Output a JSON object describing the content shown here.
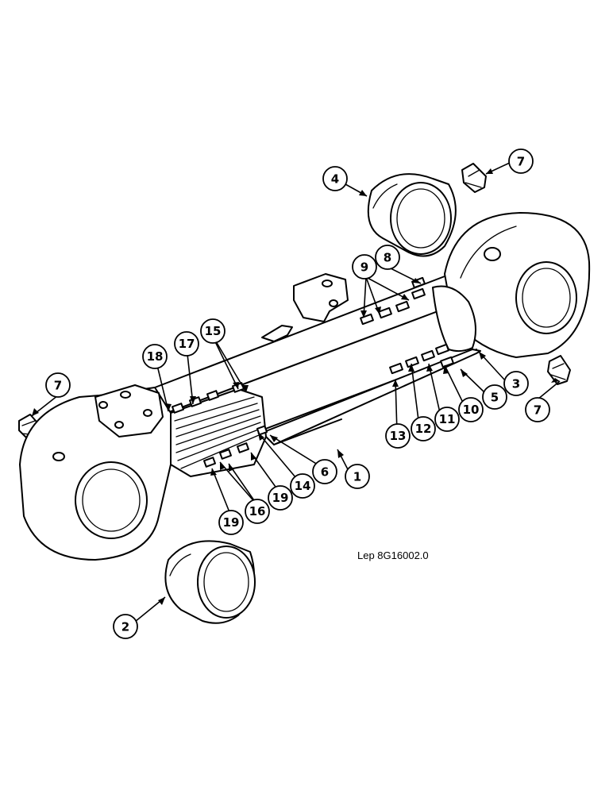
{
  "figure": {
    "reference": "Lep 8G16002.0",
    "callouts": [
      {
        "id": "c1",
        "label": "1"
      },
      {
        "id": "c2",
        "label": "2"
      },
      {
        "id": "c3",
        "label": "3"
      },
      {
        "id": "c4",
        "label": "4"
      },
      {
        "id": "c5",
        "label": "5"
      },
      {
        "id": "c6",
        "label": "6"
      },
      {
        "id": "c7a",
        "label": "7"
      },
      {
        "id": "c7b",
        "label": "7"
      },
      {
        "id": "c7c",
        "label": "7"
      },
      {
        "id": "c8",
        "label": "8"
      },
      {
        "id": "c9",
        "label": "9"
      },
      {
        "id": "c10",
        "label": "10"
      },
      {
        "id": "c11",
        "label": "11"
      },
      {
        "id": "c12",
        "label": "12"
      },
      {
        "id": "c13",
        "label": "13"
      },
      {
        "id": "c14",
        "label": "14"
      },
      {
        "id": "c15",
        "label": "15"
      },
      {
        "id": "c16",
        "label": "16"
      },
      {
        "id": "c17",
        "label": "17"
      },
      {
        "id": "c18",
        "label": "18"
      },
      {
        "id": "c19a",
        "label": "19"
      },
      {
        "id": "c19b",
        "label": "19"
      }
    ]
  }
}
